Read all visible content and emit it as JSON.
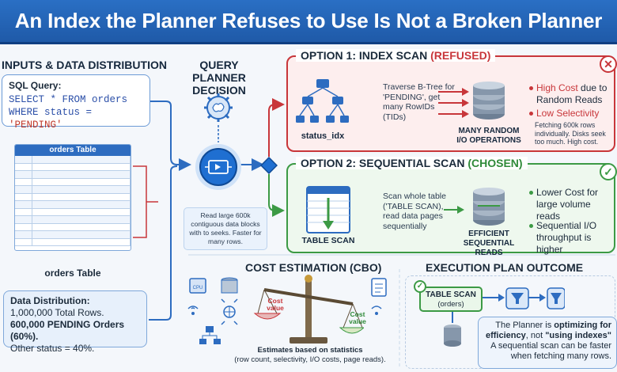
{
  "title": "An Index the Planner Refuses to Use Is Not a Broken Planner",
  "inputs": {
    "heading": "INPUTS & DATA DISTRIBUTION",
    "sql_label": "SQL Query:",
    "sql_line1": "SELECT * FROM orders",
    "sql_line2_pre": "WHERE status = ",
    "sql_line2_str": "'PENDING'",
    "table_header": "orders Table",
    "table_caption": "orders Table",
    "dist_label": "Data Distribution:",
    "dist_line1": "1,000,000 Total Rows.",
    "dist_line2": "600,000 PENDING Orders (60%).",
    "dist_line3": "Other status = 40%."
  },
  "planner": {
    "heading_line1": "QUERY PLANNER",
    "heading_line2": "DECISION",
    "note": "Read large 600k contiguous data blocks with to seeks. Faster for many rows."
  },
  "option1": {
    "title": "OPTION 1: INDEX SCAN",
    "status": "(REFUSED)",
    "icon_caption": "status_idx",
    "desc": "Traverse B-Tree for 'PENDING', get many RowIDs (TIDs)",
    "disk_caption_1": "MANY RANDOM",
    "disk_caption_2": "I/O OPERATIONS",
    "bullet1_red": "High Cost",
    "bullet1_rest": " due to Random Reads",
    "bullet2_red": "Low Selectivity",
    "footnote": "Fetching 600k rows individually. Disks seek too much. High cost.",
    "badge": "✕"
  },
  "option2": {
    "title": "OPTION 2: SEQUENTIAL SCAN",
    "status": "(CHOSEN)",
    "icon_caption": "TABLE SCAN",
    "desc": "Scan whole table ('TABLE SCAN), read data pages sequentially",
    "disk_caption_1": "EFFICIENT",
    "disk_caption_2": "SEQUENTIAL READS",
    "bullet1": "Lower Cost for large volume reads",
    "bullet2": "Sequential I/O throughput is higher",
    "badge": "✓"
  },
  "cost": {
    "heading": "COST ESTIMATION (CBO)",
    "left_pan": "Cost value",
    "right_pan": "Cost value",
    "note_bold": "Estimates based on statistics",
    "note_rest": "(row count, selectivity, I/O costs, page reads)."
  },
  "execution": {
    "heading": "EXECUTION PLAN OUTCOME",
    "node_label": "TABLE SCAN",
    "node_sub": "(orders)",
    "outcome_l1_pre": "The Planner is ",
    "outcome_l1_b": "optimizing for",
    "outcome_l2_b": "efficiency",
    "outcome_l2_mid": ", not ",
    "outcome_l2_b2": "\"using indexes\"",
    "outcome_l3": "A sequential scan can be faster",
    "outcome_l4": "when fetching many rows."
  },
  "colors": {
    "banner": "#1f5aa8",
    "refused": "#c8363a",
    "chosen": "#3c9a45",
    "accent": "#2d6cc0"
  }
}
